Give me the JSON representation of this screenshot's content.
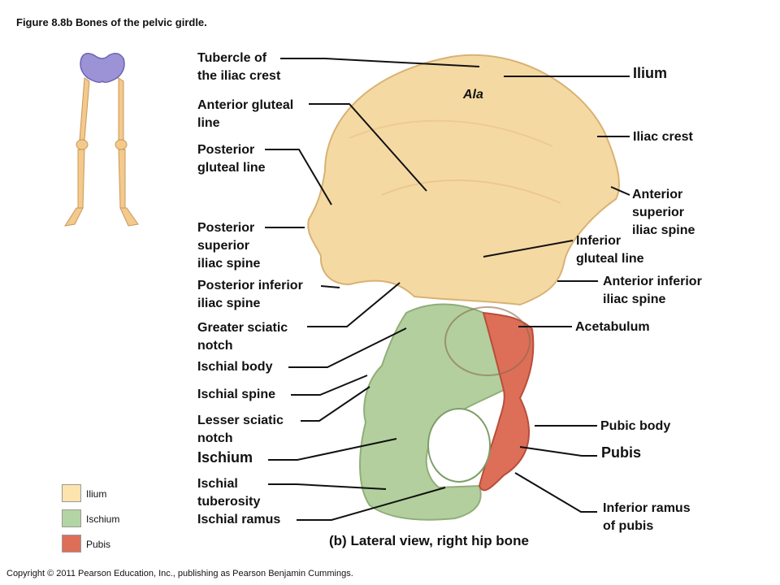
{
  "title": "Figure 8.8b  Bones of the pelvic girdle.",
  "copyright": "Copyright © 2011 Pearson Education, Inc., publishing as Pearson Benjamin Cummings.",
  "view_caption": {
    "prefix": "(b)",
    "text": "Lateral view, right hip bone"
  },
  "ala": "Ala",
  "colors": {
    "ilium": "#f5d9a3",
    "ischium": "#b3cf9e",
    "pubis": "#dd6f59"
  },
  "legend": [
    {
      "label": "Ilium",
      "color": "#fde3ad"
    },
    {
      "label": "Ischium",
      "color": "#b3d4a3"
    },
    {
      "label": "Pubis",
      "color": "#dd6f59"
    }
  ],
  "labels_left": {
    "tubercle": [
      "Tubercle of",
      "the iliac crest"
    ],
    "ant_gluteal": [
      "Anterior gluteal",
      "line"
    ],
    "post_gluteal": [
      "Posterior",
      "gluteal line"
    ],
    "psis": [
      "Posterior",
      "superior",
      "iliac spine"
    ],
    "piis": [
      "Posterior inferior",
      "iliac spine"
    ],
    "greater_notch": [
      "Greater sciatic",
      "notch"
    ],
    "ischial_body": "Ischial body",
    "ischial_spine": "Ischial spine",
    "lesser_notch": [
      "Lesser sciatic",
      "notch"
    ],
    "ischium": "Ischium",
    "tuberosity": [
      "Ischial",
      "tuberosity"
    ],
    "ischial_ramus": "Ischial ramus"
  },
  "labels_right": {
    "ilium": "Ilium",
    "iliac_crest": "Iliac crest",
    "asis": [
      "Anterior",
      "superior",
      "iliac spine"
    ],
    "inf_gluteal": [
      "Inferior",
      "gluteal line"
    ],
    "aiis": [
      "Anterior inferior",
      "iliac spine"
    ],
    "acetabulum": "Acetabulum",
    "pubic_body": "Pubic body",
    "pubis": "Pubis",
    "inf_ramus": [
      "Inferior ramus",
      "of pubis"
    ]
  }
}
